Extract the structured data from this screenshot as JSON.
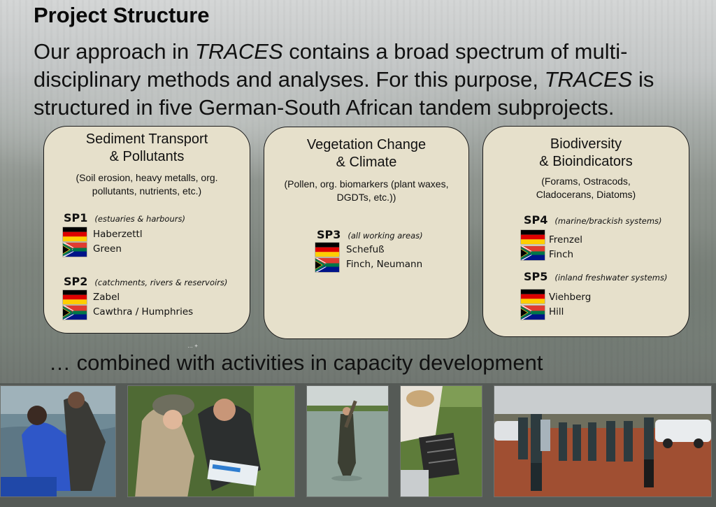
{
  "slide": {
    "title": "Project Structure",
    "intro_part1": "Our approach in ",
    "intro_italic1": "TRACES",
    "intro_part2": " contains a broad spectrum of multi-disciplinary methods and analyses. For this purpose, ",
    "intro_italic2": "TRACES",
    "intro_part3": " is structured in five German-South African tandem subprojects.",
    "capacity_text": "… combined with activities in capacity development",
    "marks": "… +"
  },
  "boxes": [
    {
      "title_line1": "Sediment Transport",
      "title_line2": "& Pollutants",
      "desc_line1": "(Soil erosion, heavy metalls, org.",
      "desc_line2": "pollutants, nutrients, etc.)",
      "subprojects": [
        {
          "code": "SP1",
          "scope": "(estuaries & harbours)",
          "german": "Haberzettl",
          "south_african": "Green"
        },
        {
          "code": "SP2",
          "scope": "(catchments, rivers & reservoirs)",
          "german": "Zabel",
          "south_african": "Cawthra / Humphries"
        }
      ]
    },
    {
      "title_line1": "Vegetation Change",
      "title_line2": "& Climate",
      "desc_line1": "(Pollen, org. biomarkers (plant waxes,",
      "desc_line2": "DGDTs, etc.))",
      "subprojects": [
        {
          "code": "SP3",
          "scope": "(all working areas)",
          "german": "Schefuß",
          "south_african": "Finch, Neumann"
        }
      ]
    },
    {
      "title_line1": "Biodiversity",
      "title_line2": "& Bioindicators",
      "desc_line1": "(Forams, Ostracods,",
      "desc_line2": "Cladocerans, Diatoms)",
      "subprojects": [
        {
          "code": "SP4",
          "scope": "(marine/brackish systems)",
          "german": "Frenzel",
          "south_african": "Finch"
        },
        {
          "code": "SP5",
          "scope": "(inland freshwater systems)",
          "german": "Viehberg",
          "south_african": "Hill"
        }
      ]
    }
  ],
  "icons": {
    "german_flag": "germany-flag-icon",
    "south_african_flag": "south-africa-flag-icon"
  },
  "colors": {
    "box_fill": "#e6e0cb",
    "text": "#111111"
  }
}
